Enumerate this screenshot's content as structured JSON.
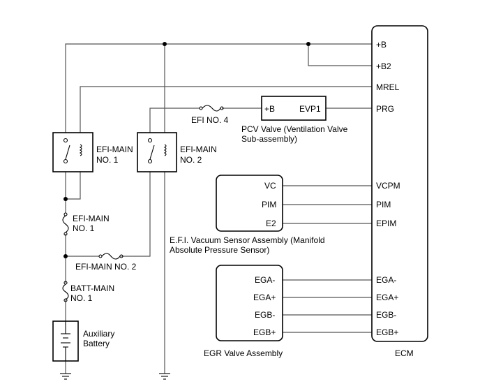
{
  "ecm": {
    "label": "ECM",
    "pins": [
      "+B",
      "+B2",
      "MREL",
      "PRG",
      "VCPM",
      "PIM",
      "EPIM",
      "EGA-",
      "EGA+",
      "EGB-",
      "EGB+"
    ]
  },
  "pcv_valve": {
    "pin_left": "+B",
    "pin_right": "EVP1",
    "caption_line1": "PCV Valve (Ventilation Valve",
    "caption_line2": "Sub-assembly)"
  },
  "vacuum_sensor": {
    "pins": [
      "VC",
      "PIM",
      "E2"
    ],
    "caption_line1": "E.F.I. Vacuum Sensor Assembly (Manifold",
    "caption_line2": "Absolute Pressure Sensor)"
  },
  "egr_valve": {
    "pins": [
      "EGA-",
      "EGA+",
      "EGB-",
      "EGB+"
    ],
    "caption": "EGR Valve Assembly"
  },
  "relay1": {
    "line1": "EFI-MAIN",
    "line2": "NO. 1"
  },
  "relay2": {
    "line1": "EFI-MAIN",
    "line2": "NO. 2"
  },
  "fuse_efi_no4": "EFI NO. 4",
  "fuse_efi_main1": {
    "line1": "EFI-MAIN",
    "line2": "NO. 1"
  },
  "fuse_efi_main2": "EFI-MAIN NO. 2",
  "fuse_batt_main1": {
    "line1": "BATT-MAIN",
    "line2": "NO. 1"
  },
  "battery": {
    "line1": "Auxiliary",
    "line2": "Battery"
  }
}
